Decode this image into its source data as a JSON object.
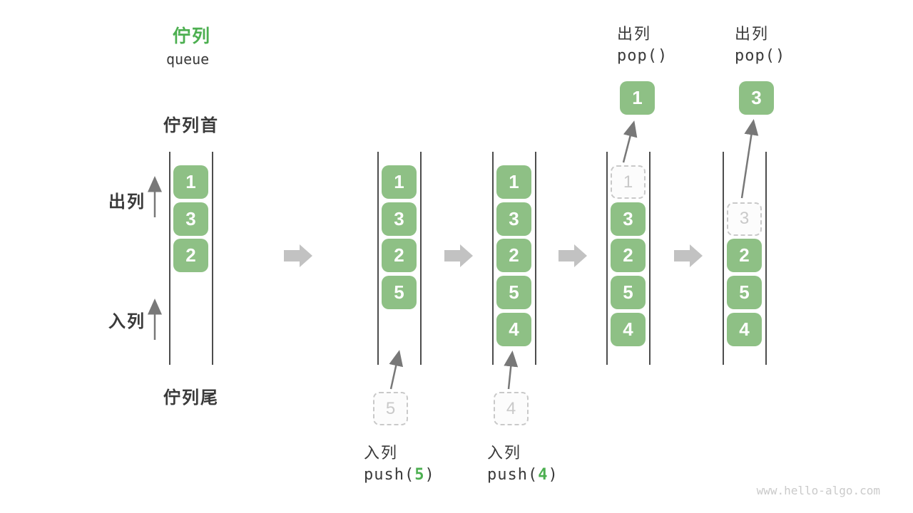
{
  "page": {
    "title_zh": "佇列",
    "title_en": "queue",
    "watermark": "www.hello-algo.com"
  },
  "side_labels": {
    "front": "佇列首",
    "dequeue": "出列",
    "enqueue": "入列",
    "rear": "佇列尾"
  },
  "colors": {
    "box_green": "#8EC085",
    "accent_green": "#4CAF50",
    "text_dark": "#3A3A3A",
    "block_arrow_gray": "#C2C2C2",
    "thin_arrow_gray": "#787878",
    "wall_gray": "#4D4D4D",
    "dashed_gray": "#C9C9C9"
  },
  "queues": [
    {
      "cells": [
        {
          "row": 0,
          "value": "1",
          "type": "filled"
        },
        {
          "row": 1,
          "value": "3",
          "type": "filled"
        },
        {
          "row": 2,
          "value": "2",
          "type": "filled"
        }
      ]
    },
    {
      "cells": [
        {
          "row": 0,
          "value": "1",
          "type": "filled"
        },
        {
          "row": 1,
          "value": "3",
          "type": "filled"
        },
        {
          "row": 2,
          "value": "2",
          "type": "filled"
        },
        {
          "row": 3,
          "value": "5",
          "type": "filled"
        }
      ],
      "pending": {
        "value": "5"
      },
      "bottom_label": {
        "action": "入列",
        "fn": "push",
        "arg": "5"
      }
    },
    {
      "cells": [
        {
          "row": 0,
          "value": "1",
          "type": "filled"
        },
        {
          "row": 1,
          "value": "3",
          "type": "filled"
        },
        {
          "row": 2,
          "value": "2",
          "type": "filled"
        },
        {
          "row": 3,
          "value": "5",
          "type": "filled"
        },
        {
          "row": 4,
          "value": "4",
          "type": "filled"
        }
      ],
      "pending": {
        "value": "4"
      },
      "bottom_label": {
        "action": "入列",
        "fn": "push",
        "arg": "4"
      }
    },
    {
      "cells": [
        {
          "row": 0,
          "value": "1",
          "type": "dashed"
        },
        {
          "row": 1,
          "value": "3",
          "type": "filled"
        },
        {
          "row": 2,
          "value": "2",
          "type": "filled"
        },
        {
          "row": 3,
          "value": "5",
          "type": "filled"
        },
        {
          "row": 4,
          "value": "4",
          "type": "filled"
        }
      ],
      "popped": {
        "value": "1"
      },
      "top_label": {
        "action": "出列",
        "fn": "pop",
        "arg": ""
      }
    },
    {
      "cells": [
        {
          "row": 1,
          "value": "3",
          "type": "dashed"
        },
        {
          "row": 2,
          "value": "2",
          "type": "filled"
        },
        {
          "row": 3,
          "value": "5",
          "type": "filled"
        },
        {
          "row": 4,
          "value": "4",
          "type": "filled"
        }
      ],
      "popped": {
        "value": "3"
      },
      "top_label": {
        "action": "出列",
        "fn": "pop",
        "arg": ""
      }
    }
  ]
}
